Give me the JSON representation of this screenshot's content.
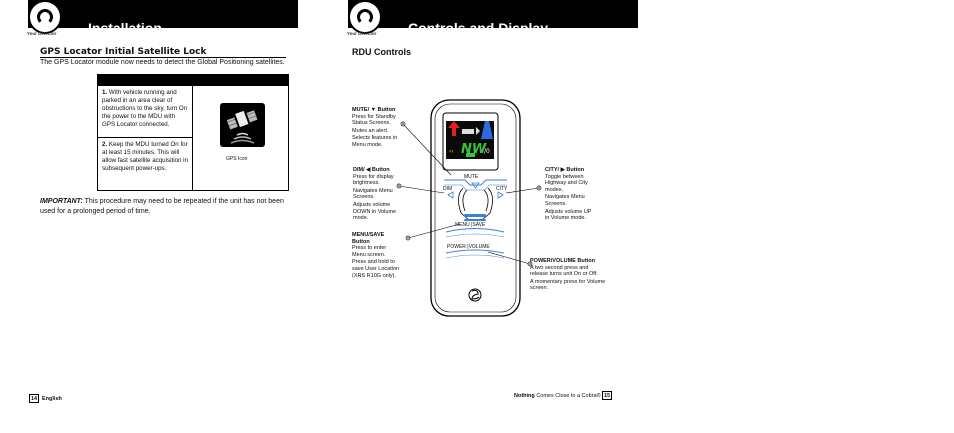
{
  "left_page": {
    "header": {
      "subtitle": "Your Detector",
      "title": "Installation"
    },
    "section_title": "GPS Locator Initial Satellite Lock",
    "intro": "The GPS Locator module now needs to detect the Global Positioning satellites.",
    "steps": [
      {
        "number": "1.",
        "text": "With vehicle running and parked in an area clear of obstructions to the sky, turn On the power to the MDU with GPS Locator connected."
      },
      {
        "number": "2.",
        "text": "Keep the MDU turned On for at least 15 minutes. This will allow fast satellite acquisition in subsequent power-ups."
      }
    ],
    "gps_icon_label": "GPS Icon",
    "important_label": "IMPORTANT:",
    "important_text": "This procedure may need to be repeated if the unit has not been used for a prolonged period of time.",
    "footer": {
      "page": "14",
      "language": "English"
    }
  },
  "right_page": {
    "header": {
      "subtitle": "Your Detector",
      "title": "Controls and Display"
    },
    "section_title": "RDU Controls",
    "device_labels": {
      "mute": "MUTE",
      "dim": "DIM",
      "city": "CITY",
      "menu_save": "MENU |SAVE",
      "power_volume": "POWER |VOLUME"
    },
    "callouts": {
      "mute": {
        "title": "MUTE/ ▼ Button",
        "lines": [
          "Press for Standby Status Screens.",
          "Mutes an alert.",
          "Selects features in Menu mode."
        ]
      },
      "dim": {
        "title": "DIM/ ◀ Button",
        "lines": [
          "Press for display brightness.",
          "Navigates Menu Screens.",
          "Adjusts volume DOWN in Volume mode."
        ]
      },
      "menu_save": {
        "title": "MENU/SAVE Button",
        "lines": [
          "Press to enter Menu screen.",
          "Press and hold to save User Location (XRS R10G only)."
        ]
      },
      "city": {
        "title": "CITY/ ▶ Button",
        "lines": [
          "Toggle between Highway and City modes.",
          "Navigates Menu Screens.",
          "Adjusts volume UP in Volume mode."
        ]
      },
      "power_volume": {
        "title": "POWER/VOLUME Button",
        "lines": [
          "A two second press and release turns unit On or Off.",
          "A momentary press for Volume screen."
        ]
      }
    },
    "footer": {
      "tagline_bold": "Nothing",
      "tagline_rest": "Comes Close to a Cobra®",
      "page": "15"
    }
  },
  "colors": {
    "header_bg": "#000000",
    "device_accent": "#3a7fd6",
    "screen_red": "#e02020",
    "screen_green": "#39c23a",
    "screen_blue": "#2a6de0"
  }
}
